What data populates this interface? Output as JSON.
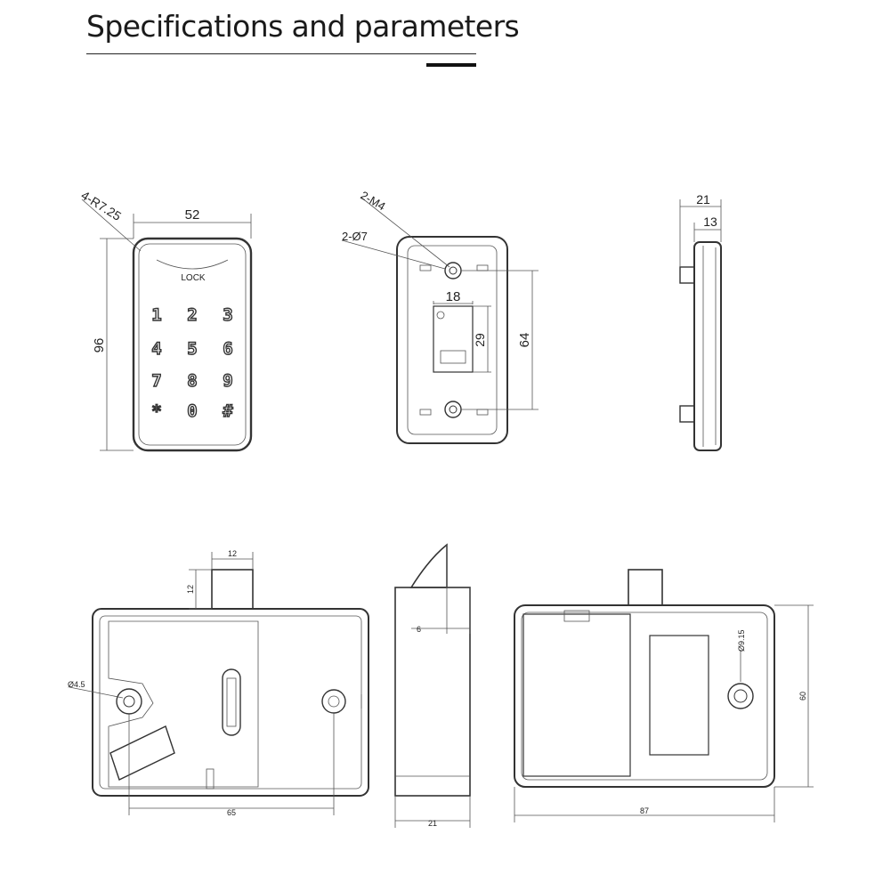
{
  "header": {
    "title": "Specifications and parameters"
  },
  "keypad_front": {
    "radius_label": "4-R7.25",
    "width": "52",
    "height": "96",
    "lock_label": "LOCK",
    "keys": [
      "1",
      "2",
      "3",
      "4",
      "5",
      "6",
      "7",
      "8",
      "9",
      "*",
      "0",
      "#"
    ]
  },
  "keypad_back": {
    "thread_label": "2-M4",
    "hole_label": "2-Ø7",
    "module_width": "18",
    "module_height": "29",
    "hole_spacing": "64"
  },
  "keypad_side": {
    "depth_total": "21",
    "depth_body": "13"
  },
  "lock_front": {
    "bolt_width": "12",
    "bolt_height": "12",
    "hole_dia": "Ø4.5",
    "hole_spacing": "65"
  },
  "lock_side": {
    "offset": "6",
    "depth": "21"
  },
  "lock_back": {
    "hole_dia": "Ø9.15",
    "width": "87",
    "height": "60"
  }
}
